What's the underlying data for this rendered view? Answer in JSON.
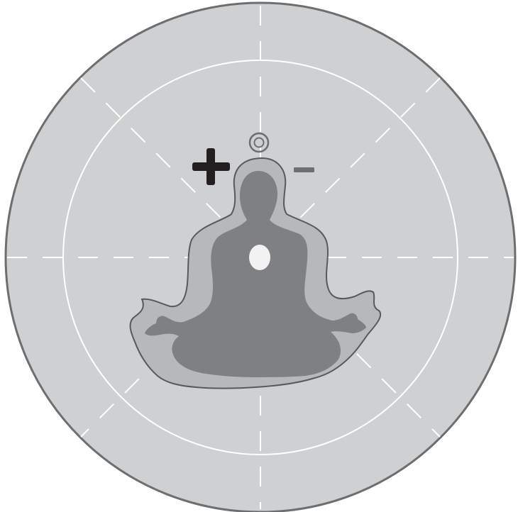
{
  "colors": {
    "background": "#ffffff",
    "disc_fill": "#cfd0d2",
    "disc_outline": "#6d6e70",
    "guide_lines": "#ffffff",
    "aura_fill": "#b7b8ba",
    "aura_outline": "#58595b",
    "figure_fill": "#7f8083",
    "heart_dot": "#f2f2f2",
    "plus_sign": "#231f20",
    "minus_sign": "#6d6e70",
    "zero_sign": "#6d6e70"
  },
  "symbols": {
    "positive": "plus-sign",
    "neutral": "zero-circle",
    "negative": "minus-sign"
  }
}
